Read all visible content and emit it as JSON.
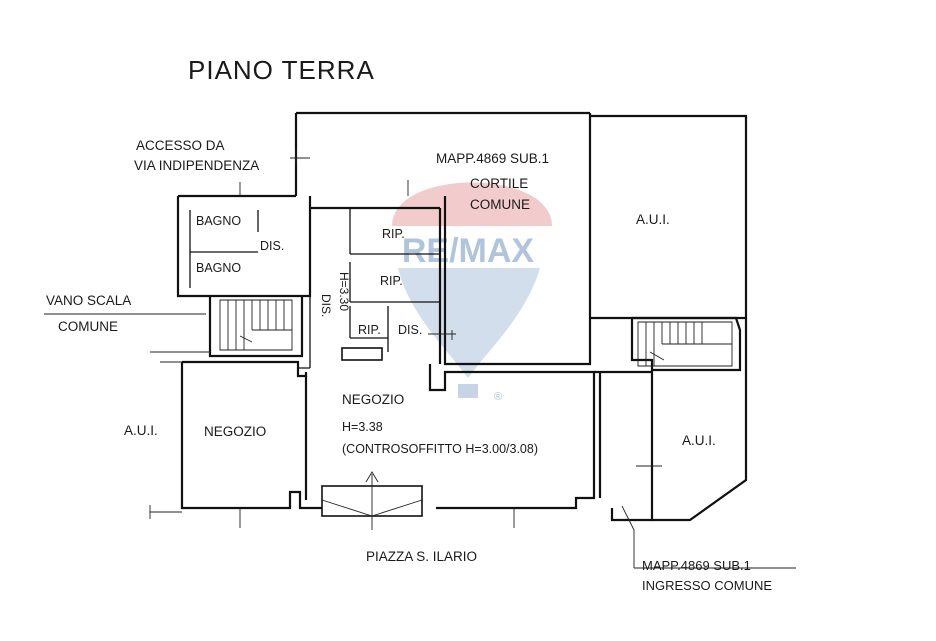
{
  "title": "PIANO TERRA",
  "watermark": {
    "text": "RE/MAX",
    "registered": "®",
    "colors": {
      "red": "#e8a3a3",
      "blue": "#aec2dc"
    }
  },
  "labels": {
    "accesso_line1": "ACCESSO DA",
    "accesso_line2": "VIA INDIPENDENZA",
    "mapp_top": "MAPP.4869 SUB.1",
    "cortile": "CORTILE",
    "comune_top": "COMUNE",
    "aui_top_right": "A.U.I.",
    "bagno_1": "BAGNO",
    "bagno_2": "BAGNO",
    "dis_1": "DIS.",
    "rip_1": "RIP.",
    "rip_2": "RIP.",
    "rip_3": "RIP.",
    "dis_2": "DIS.",
    "dis_vertical": "DIS.",
    "h_vertical": "H=3.30",
    "vano_scala": "VANO SCALA",
    "comune_left": "COMUNE",
    "aui_left": "A.U.I.",
    "negozio_left": "NEGOZIO",
    "negozio_main": "NEGOZIO",
    "h_main": "H=3.38",
    "controsoffitto": "(CONTROSOFFITTO H=3.00/3.08)",
    "aui_right": "A.U.I.",
    "piazza": "PIAZZA S. ILARIO",
    "mapp_bottom": "MAPP.4869 SUB.1",
    "ingresso": "INGRESSO COMUNE"
  }
}
